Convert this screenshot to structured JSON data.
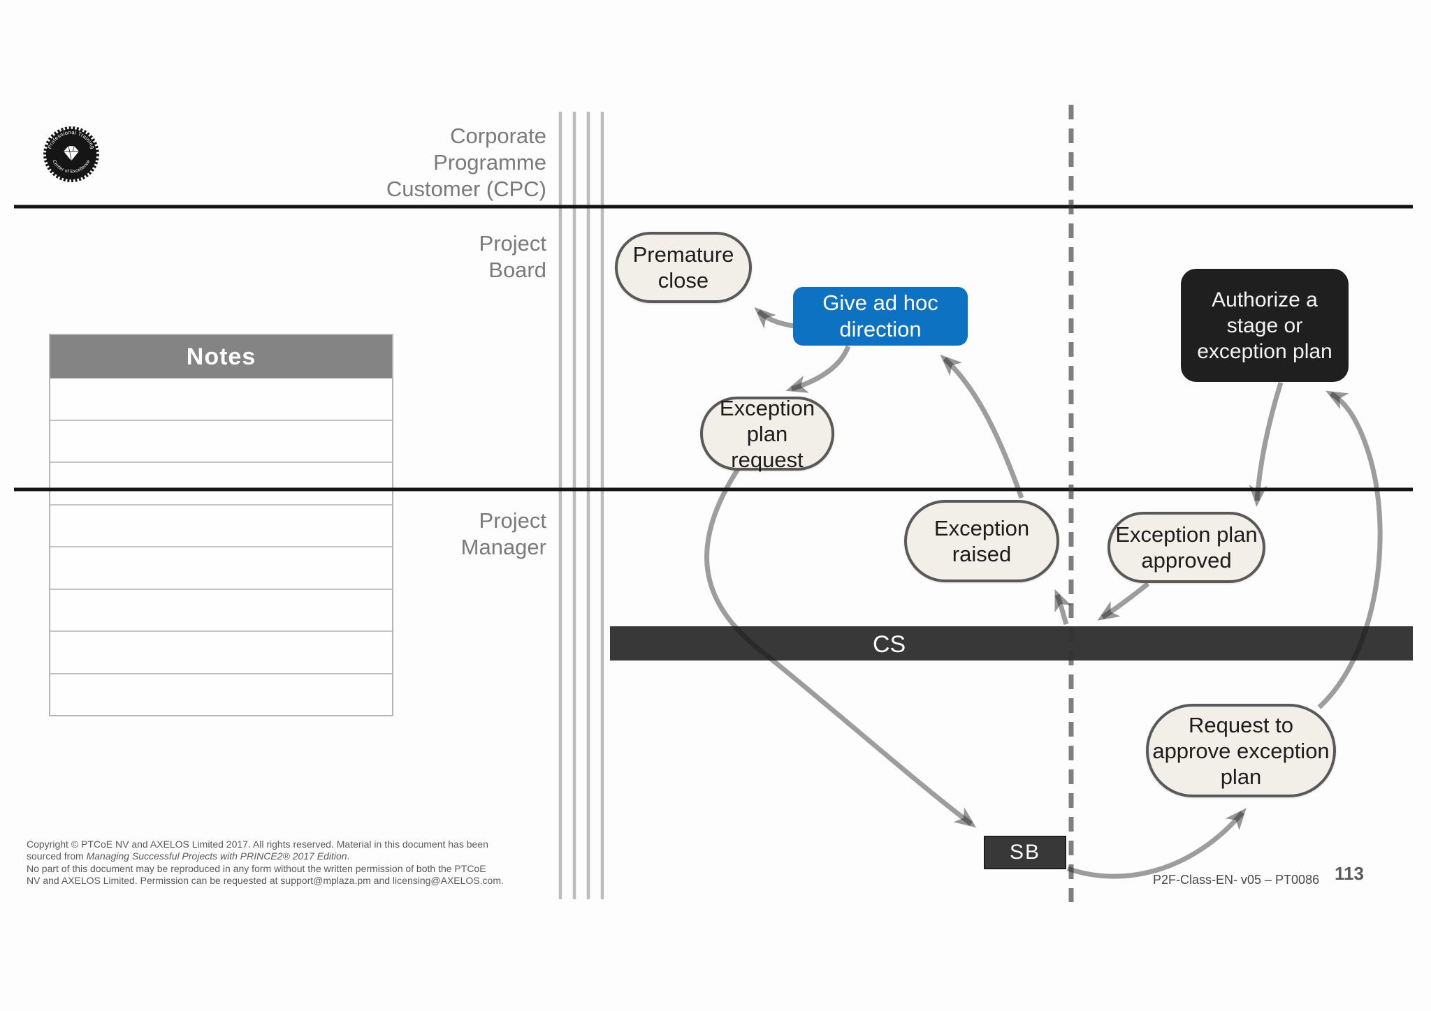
{
  "logo": {
    "top_text": "Professional Training",
    "bottom_text": "Center of Excellence"
  },
  "lanes": {
    "cpc": "Corporate\nProgramme\nCustomer (CPC)",
    "project_board": "Project\nBoard",
    "project_manager": "Project\nManager"
  },
  "notes": {
    "title": "Notes",
    "row_count": "8"
  },
  "nodes": {
    "premature_close": "Premature\nclose",
    "give_ad_hoc_direction": "Give ad hoc\ndirection",
    "exception_plan_request": "Exception plan\nrequest",
    "exception_raised": "Exception\nraised",
    "authorize_stage_or_exception_plan": "Authorize a\nstage or\nexception plan",
    "exception_plan_approved": "Exception plan\napproved",
    "request_to_approve_exception_plan": "Request to\napprove exception\nplan",
    "cs_bar": "CS",
    "sb_box": "SB"
  },
  "footer": {
    "copyright_line1": "Copyright © PTCoE NV and AXELOS Limited 2017. All rights reserved. Material in this document has been",
    "copyright_line2_prefix": "sourced from ",
    "copyright_line2_italic": "Managing Successful Projects with PRINCE2® 2017 Edition",
    "copyright_line2_suffix": ".",
    "copyright_line3": "No part of this document may be reproduced in any form without the written permission of both the PTCoE",
    "copyright_line4": "NV and AXELOS Limited. Permission can be requested at support@mplaza.pm and licensing@AXELOS.com.",
    "doc_code": "P2F-Class-EN- v05 – PT0086",
    "page_number": "113"
  },
  "colors": {
    "accent_blue": "#0e72c2",
    "node_fill": "#f2efe9",
    "node_border": "#595959",
    "dark_box": "#1f1f1f",
    "process_bar": "#383838",
    "arrow_gray": "#979797",
    "lane_label_gray": "#7a7a7a",
    "notes_header_gray": "#848484",
    "line_black": "#141414"
  }
}
